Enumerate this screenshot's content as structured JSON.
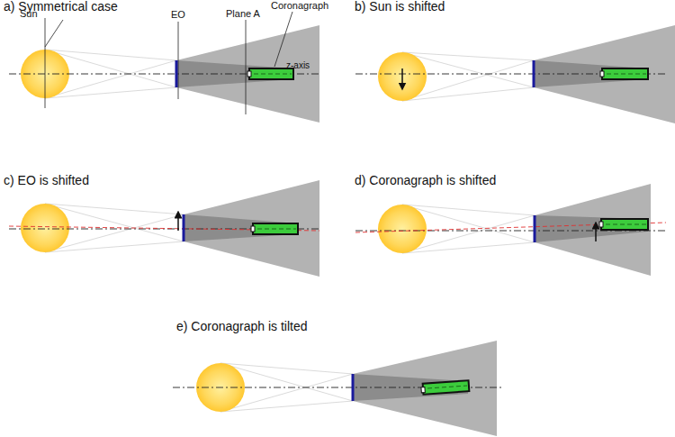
{
  "diagram": {
    "labels": [
      "a) Symmetrical case",
      "Sun",
      "EO",
      "Plane A",
      "Coronagraph",
      "z-axis",
      "b) Sun is shifted",
      "c) EO is shifted",
      "d) Coronagraph is shifted",
      "e) Coronagraph is tilted"
    ]
  }
}
